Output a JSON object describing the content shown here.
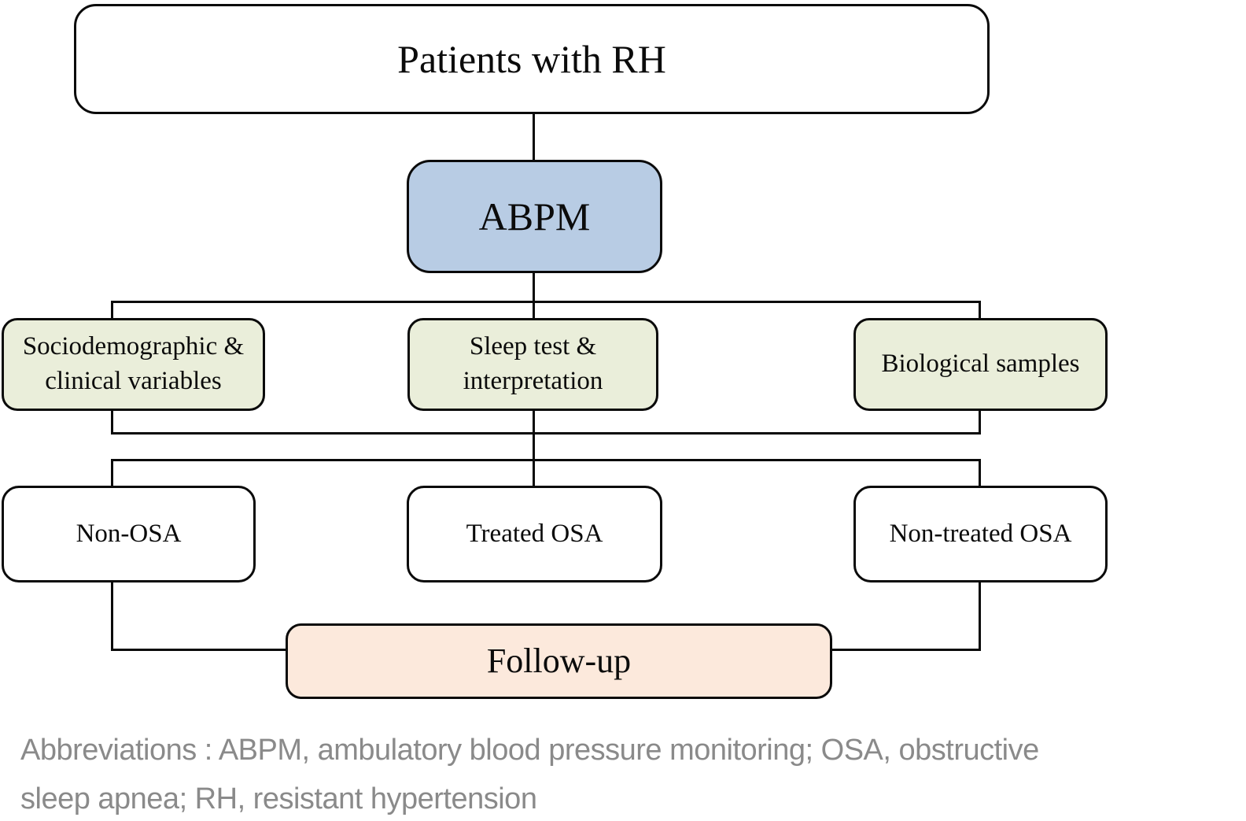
{
  "diagram": {
    "title_node": {
      "label": "Patients with RH"
    },
    "nodes": {
      "abpm": {
        "label": "ABPM"
      },
      "socio": {
        "line1": "Sociodemographic &",
        "line2": "clinical variables"
      },
      "sleep": {
        "line1": "Sleep test &",
        "line2": "interpretation"
      },
      "bio": {
        "label": "Biological samples"
      },
      "non_osa": {
        "label": "Non-OSA"
      },
      "treated_osa": {
        "label": "Treated OSA"
      },
      "non_treated_osa": {
        "label": "Non-treated OSA"
      },
      "follow_up": {
        "label": "Follow-up"
      }
    },
    "colors": {
      "abpm_fill": "#b8cce4",
      "variables_fill": "#eaeeda",
      "follow_up_fill": "#fce9dc",
      "node_fill_default": "#ffffff",
      "border": "#0a0a0a",
      "note_text": "#8a8a8a"
    },
    "note": {
      "line1": "Abbreviations : ABPM, ambulatory blood pressure monitoring; OSA, obstructive",
      "line2": "sleep apnea; RH, resistant hypertension"
    }
  }
}
